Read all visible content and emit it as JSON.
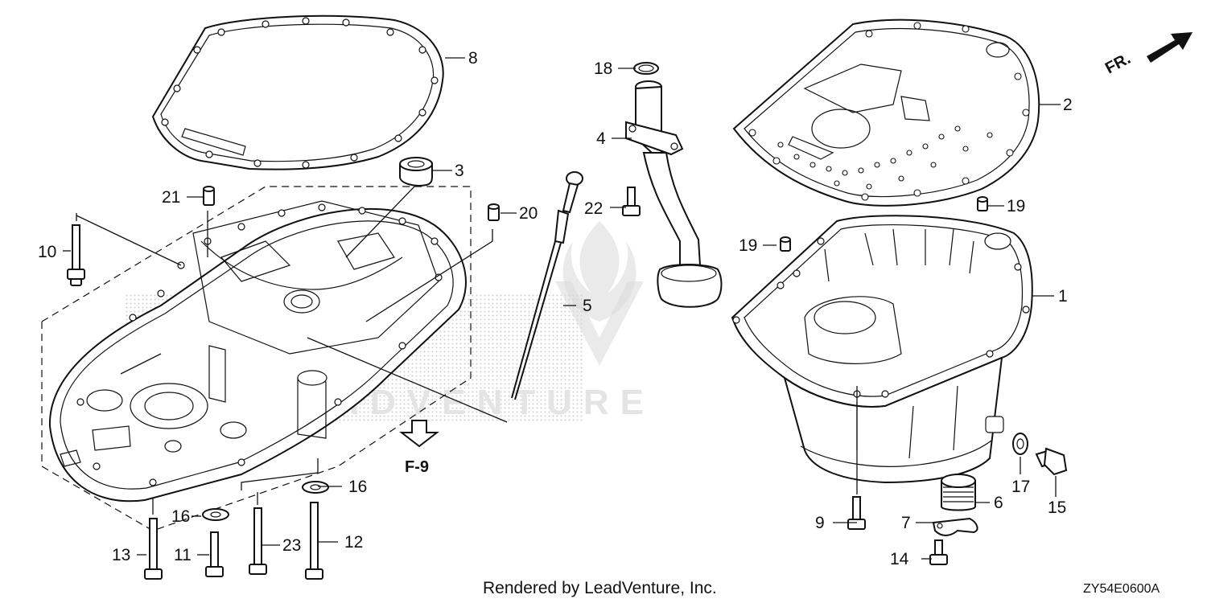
{
  "diagram": {
    "direction_label": "FR.",
    "reference_label": "F-9",
    "credit": "Rendered by LeadVenture, Inc.",
    "diagram_code": "ZY54E0600A",
    "watermark_text": "LEADVENTURE",
    "callouts": [
      "1",
      "2",
      "3",
      "4",
      "5",
      "6",
      "7",
      "8",
      "9",
      "10",
      "11",
      "12",
      "13",
      "14",
      "15",
      "16",
      "16",
      "17",
      "18",
      "19",
      "19",
      "20",
      "21",
      "22",
      "23"
    ]
  }
}
